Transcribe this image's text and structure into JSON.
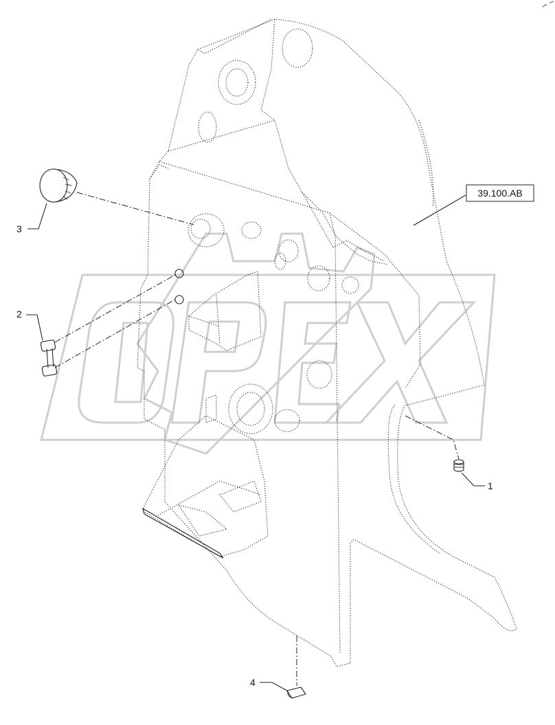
{
  "callouts": [
    {
      "id": "1",
      "text": "1"
    },
    {
      "id": "2",
      "text": "2"
    },
    {
      "id": "3",
      "text": "3"
    },
    {
      "id": "4",
      "text": "4"
    }
  ],
  "reference_box": {
    "text": "39.100.AB"
  },
  "watermark": {
    "text": "OPEX"
  },
  "colors": {
    "line": "#222222",
    "watermark": "#cfcfcf",
    "background": "#ffffff"
  }
}
